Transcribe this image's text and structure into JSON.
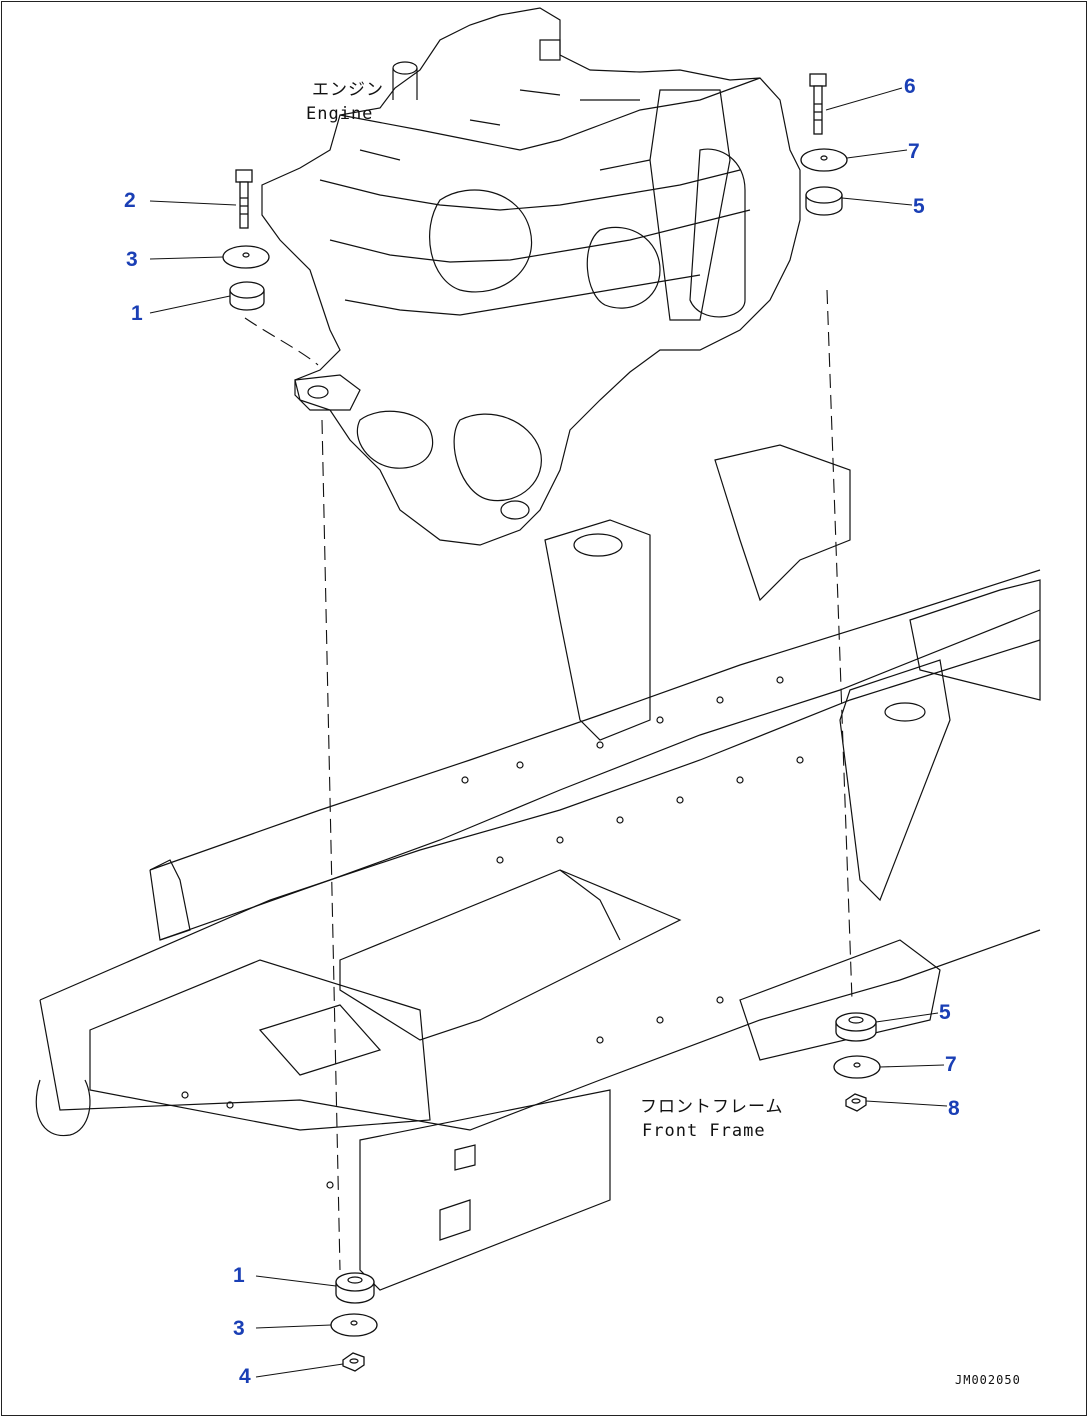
{
  "diagram": {
    "engine_label": {
      "jp": "エンジン",
      "en": "Engine"
    },
    "frame_label": {
      "jp": "フロントフレーム",
      "en": "Front Frame"
    },
    "drawing_code": "JM002050",
    "callout_color": "#1a3fb5",
    "callouts": [
      {
        "id": "c2-top",
        "number": "2",
        "part": "bolt"
      },
      {
        "id": "c3-top",
        "number": "3",
        "part": "washer"
      },
      {
        "id": "c1-top",
        "number": "1",
        "part": "cushion"
      },
      {
        "id": "c6-top",
        "number": "6",
        "part": "bolt"
      },
      {
        "id": "c7-top",
        "number": "7",
        "part": "washer"
      },
      {
        "id": "c5-top",
        "number": "5",
        "part": "cushion"
      },
      {
        "id": "c5-bottom",
        "number": "5",
        "part": "cushion"
      },
      {
        "id": "c7-bottom",
        "number": "7",
        "part": "washer"
      },
      {
        "id": "c8-bottom",
        "number": "8",
        "part": "nut"
      },
      {
        "id": "c1-bottom",
        "number": "1",
        "part": "cushion"
      },
      {
        "id": "c3-bottom",
        "number": "3",
        "part": "washer"
      },
      {
        "id": "c4-bottom",
        "number": "4",
        "part": "nut"
      }
    ]
  }
}
